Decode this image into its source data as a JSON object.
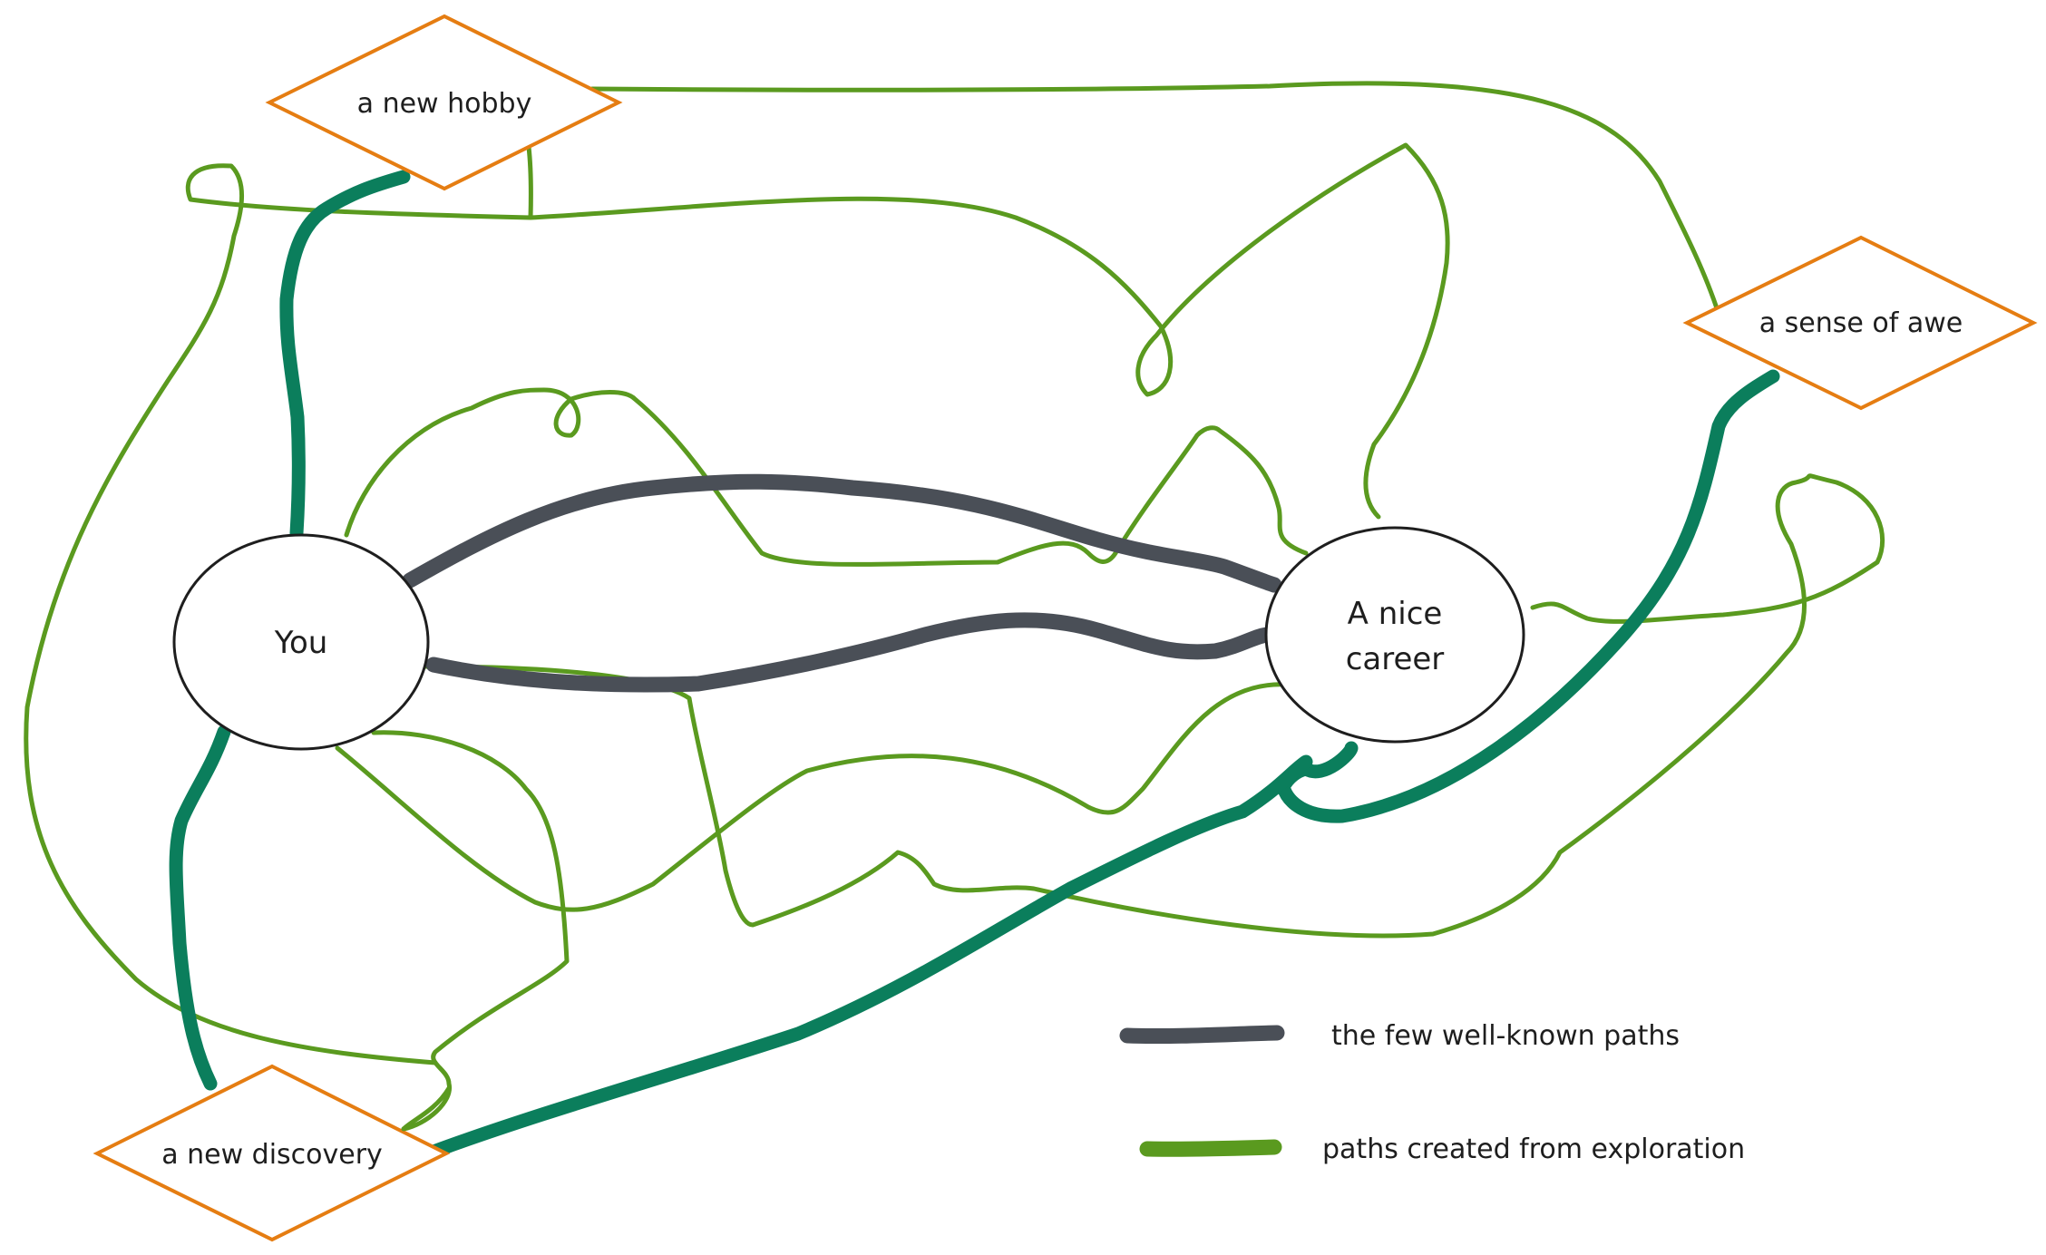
{
  "colors": {
    "exploration": "#5a9a1f",
    "discovered": "#0b7e5c",
    "known": "#4a4f57",
    "diamond": "#e57d12",
    "ink": "#1e1e1e"
  },
  "nodes": {
    "you": {
      "label": "You"
    },
    "career": {
      "label_line1": "A nice",
      "label_line2": "career"
    }
  },
  "destinations": {
    "hobby": "a new hobby",
    "awe": "a sense of awe",
    "discovery": "a new discovery"
  },
  "legend": {
    "known": "the few well-known paths",
    "exploration": "paths created from exploration"
  }
}
